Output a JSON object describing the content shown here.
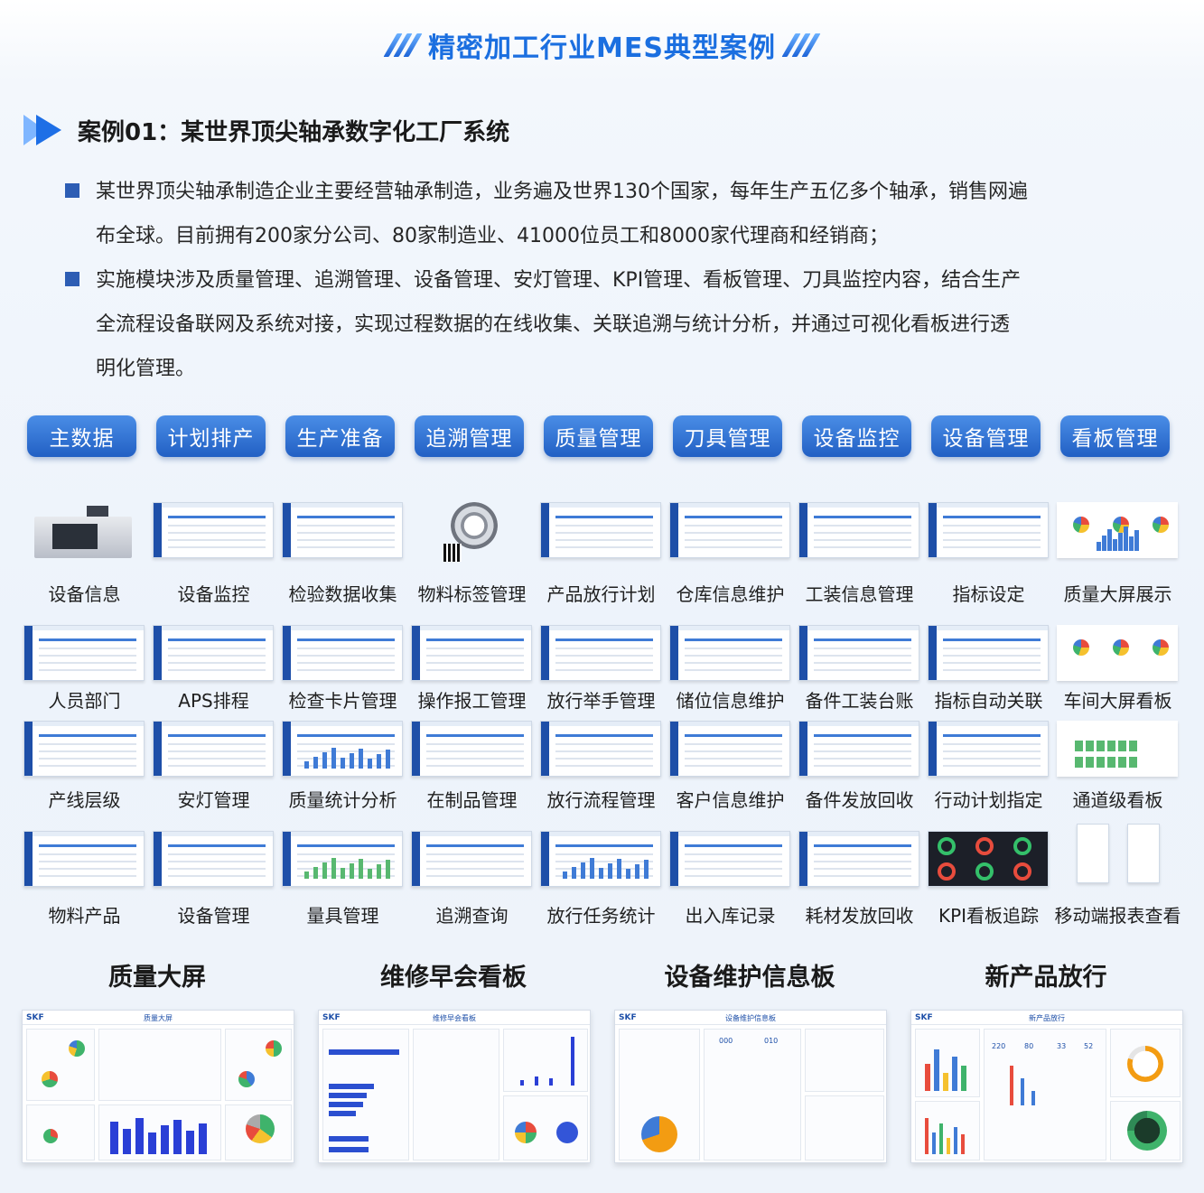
{
  "page_title": "精密加工行业MES典型案例",
  "case_title": "案例01：某世界顶尖轴承数字化工厂系统",
  "bullets": [
    {
      "line1": "某世界顶尖轴承制造企业主要经营轴承制造，业务遍及世界130个国家，每年生产五亿多个轴承，销售网遍",
      "line2": "布全球。目前拥有200家分公司、80家制造业、41000位员工和8000家代理商和经销商；",
      "line3": ""
    },
    {
      "line1": "实施模块涉及质量管理、追溯管理、设备管理、安灯管理、KPI管理、看板管理、刀具监控内容，结合生产",
      "line2": "全流程设备联网及系统对接，实现过程数据的在线收集、关联追溯与统计分析，并通过可视化看板进行透",
      "line3": "明化管理。"
    }
  ],
  "tabs": [
    "主数据",
    "计划排产",
    "生产准备",
    "追溯管理",
    "质量管理",
    "刀具管理",
    "设备监控",
    "设备管理",
    "看板管理"
  ],
  "modules": [
    [
      "设备信息",
      "设备监控",
      "检验数据收集",
      "物料标签管理",
      "产品放行计划",
      "仓库信息维护",
      "工装信息管理",
      "指标设定",
      "质量大屏展示"
    ],
    [
      "人员部门",
      "APS排程",
      "检查卡片管理",
      "操作报工管理",
      "放行举手管理",
      "储位信息维护",
      "备件工装台账",
      "指标自动关联",
      "车间大屏看板"
    ],
    [
      "产线层级",
      "安灯管理",
      "质量统计分析",
      "在制品管理",
      "放行流程管理",
      "客户信息维护",
      "备件发放回收",
      "行动计划指定",
      "通道级看板"
    ],
    [
      "物料产品",
      "设备管理",
      "量具管理",
      "追溯查询",
      "放行任务统计",
      "出入库记录",
      "耗材发放回收",
      "KPI看板追踪",
      "移动端报表查看"
    ]
  ],
  "boards": [
    {
      "title": "质量大屏",
      "header": "质量大屏",
      "logo": "SKF"
    },
    {
      "title": "维修早会看板",
      "header": "维修早会看板",
      "logo": "SKF"
    },
    {
      "title": "设备维护信息板",
      "header": "设备维护信息板",
      "logo": "SKF"
    },
    {
      "title": "新产品放行",
      "header": "新产品放行",
      "logo": "SKF"
    }
  ],
  "board_numbers": {
    "maint": [
      "000",
      "010"
    ],
    "newprod": [
      "220",
      "80",
      "33",
      "52"
    ]
  },
  "colors": {
    "accent": "#1b6fe0",
    "tab": "#2a66c8",
    "bullet": "#2d5db4",
    "sidebar": "#1e4fa8"
  }
}
